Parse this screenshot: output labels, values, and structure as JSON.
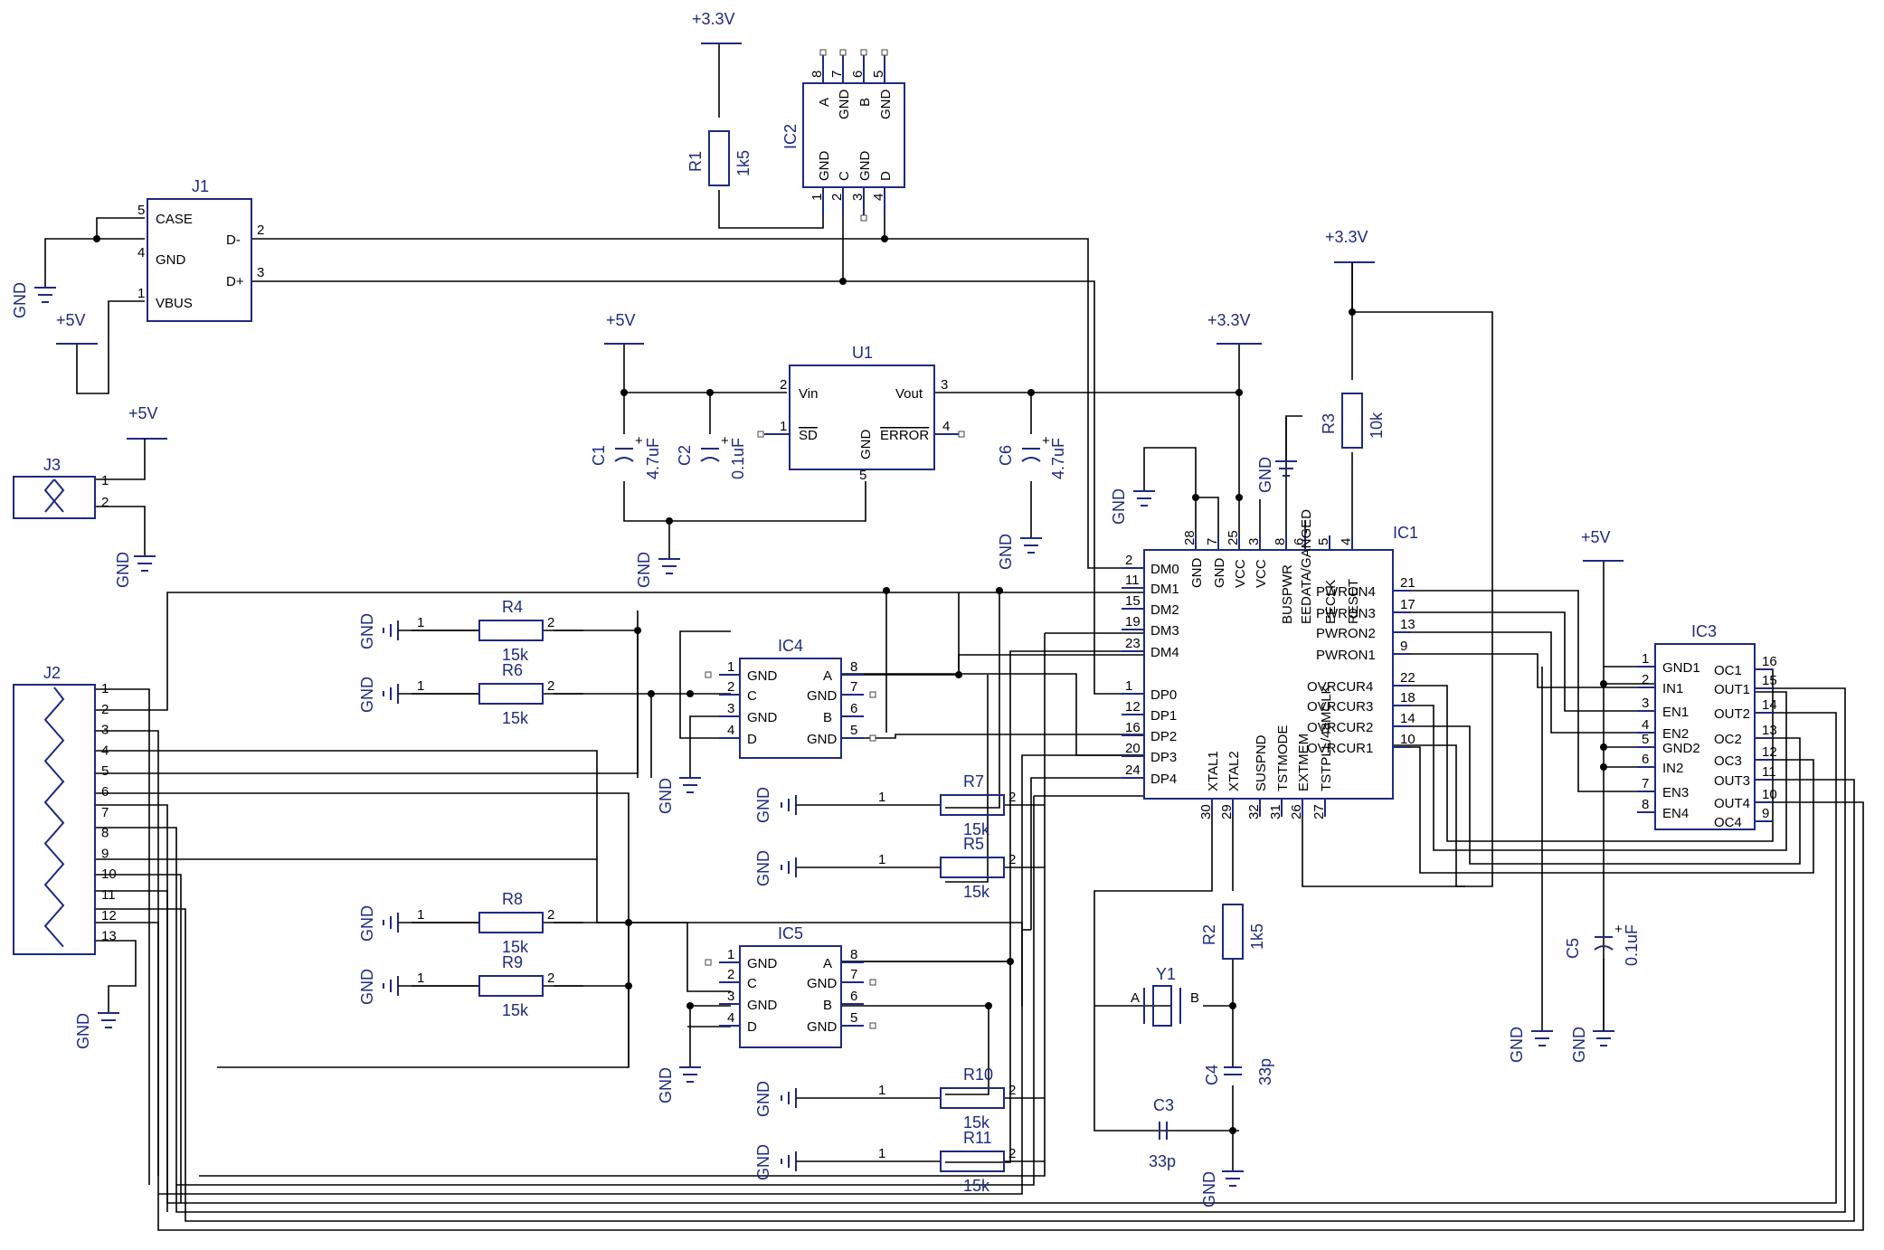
{
  "supplies": {
    "v33": "+3.3V",
    "v5": "+5V",
    "gnd": "GND"
  },
  "ic1": {
    "ref": "IC1",
    "left": [
      "DM0",
      "DM1",
      "DM2",
      "DM3",
      "DM4",
      "DP0",
      "DP1",
      "DP2",
      "DP3",
      "DP4"
    ],
    "left_nums": [
      "2",
      "11",
      "15",
      "19",
      "23",
      "1",
      "12",
      "16",
      "20",
      "24"
    ],
    "top": [
      "GND",
      "GND",
      "VCC",
      "VCC",
      "BUSPWR",
      "EEDATA/GANGED",
      "EECLK",
      "RESET"
    ],
    "top_nums": [
      "28",
      "7",
      "25",
      "3",
      "8",
      "6",
      "5",
      "4"
    ],
    "right": [
      "PWRON4",
      "PWRON3",
      "PWRON2",
      "PWRON1",
      "OVRCUR4",
      "OVRCUR3",
      "OVRCUR2",
      "OVRCUR1"
    ],
    "right_nums": [
      "21",
      "17",
      "13",
      "9",
      "22",
      "18",
      "14",
      "10"
    ],
    "bottom": [
      "XTAL1",
      "XTAL2",
      "SUSPND",
      "TSTMODE",
      "EXTMEM",
      "TSTPLL/48MCLK"
    ],
    "bottom_nums": [
      "30",
      "29",
      "32",
      "31",
      "26",
      "27"
    ]
  },
  "ic3": {
    "ref": "IC3",
    "left": [
      "GND1",
      "IN1",
      "EN1",
      "EN2",
      "GND2",
      "IN2",
      "EN3",
      "EN4"
    ],
    "left_nums": [
      "1",
      "2",
      "3",
      "4",
      "5",
      "6",
      "7",
      "8"
    ],
    "right": [
      "OC1",
      "OUT1",
      "OUT2",
      "OC2",
      "OC3",
      "OUT3",
      "OUT4",
      "OC4"
    ],
    "right_nums": [
      "16",
      "15",
      "14",
      "13",
      "12",
      "11",
      "10",
      "9"
    ]
  },
  "ic4": {
    "ref": "IC4",
    "left": [
      "GND",
      "C",
      "GND",
      "D"
    ],
    "left_nums": [
      "1",
      "2",
      "3",
      "4"
    ],
    "right": [
      "A",
      "GND",
      "B",
      "GND"
    ],
    "right_nums": [
      "8",
      "7",
      "6",
      "5"
    ]
  },
  "ic5": {
    "ref": "IC5",
    "left": [
      "GND",
      "C",
      "GND",
      "D"
    ],
    "left_nums": [
      "1",
      "2",
      "3",
      "4"
    ],
    "right": [
      "A",
      "GND",
      "B",
      "GND"
    ],
    "right_nums": [
      "8",
      "7",
      "6",
      "5"
    ]
  },
  "ic2": {
    "ref": "IC2",
    "bottom": [
      "GND",
      "C",
      "GND",
      "D"
    ],
    "bottom_nums": [
      "1",
      "2",
      "3",
      "4"
    ],
    "top": [
      "A",
      "GND",
      "B",
      "GND"
    ],
    "top_nums": [
      "8",
      "7",
      "6",
      "5"
    ]
  },
  "u1": {
    "ref": "U1",
    "pins": [
      "Vin",
      "SD",
      "GND",
      "Vout",
      "ERROR"
    ],
    "nums": [
      "2",
      "1",
      "5",
      "3",
      "4"
    ]
  },
  "j1": {
    "ref": "J1",
    "pins": [
      "CASE",
      "GND",
      "VBUS",
      "D-",
      "D+"
    ],
    "nums": [
      "5",
      "4",
      "1",
      "2",
      "3"
    ]
  },
  "j2": {
    "ref": "J2",
    "nums": [
      "1",
      "2",
      "3",
      "4",
      "5",
      "6",
      "7",
      "8",
      "9",
      "10",
      "11",
      "12",
      "13"
    ]
  },
  "j3": {
    "ref": "J3",
    "nums": [
      "1",
      "2"
    ]
  },
  "y1": {
    "ref": "Y1",
    "a": "A",
    "b": "B"
  },
  "resistors": {
    "r1": {
      "ref": "R1",
      "val": "1k5"
    },
    "r2": {
      "ref": "R2",
      "val": "1k5"
    },
    "r3": {
      "ref": "R3",
      "val": "10k"
    },
    "r4": {
      "ref": "R4",
      "val": "15k"
    },
    "r5": {
      "ref": "R5",
      "val": "15k"
    },
    "r6": {
      "ref": "R6",
      "val": "15k"
    },
    "r7": {
      "ref": "R7",
      "val": "15k"
    },
    "r8": {
      "ref": "R8",
      "val": "15k"
    },
    "r9": {
      "ref": "R9",
      "val": "15k"
    },
    "r10": {
      "ref": "R10",
      "val": "15k"
    },
    "r11": {
      "ref": "R11",
      "val": "15k"
    }
  },
  "capacitors": {
    "c1": {
      "ref": "C1",
      "val": "4.7uF"
    },
    "c2": {
      "ref": "C2",
      "val": "0.1uF"
    },
    "c3": {
      "ref": "C3",
      "val": "33p"
    },
    "c4": {
      "ref": "C4",
      "val": "33p"
    },
    "c5": {
      "ref": "C5",
      "val": "0.1uF"
    },
    "c6": {
      "ref": "C6",
      "val": "4.7uF"
    }
  },
  "pin_nums": {
    "one": "1",
    "two": "2",
    "plus": "+"
  }
}
